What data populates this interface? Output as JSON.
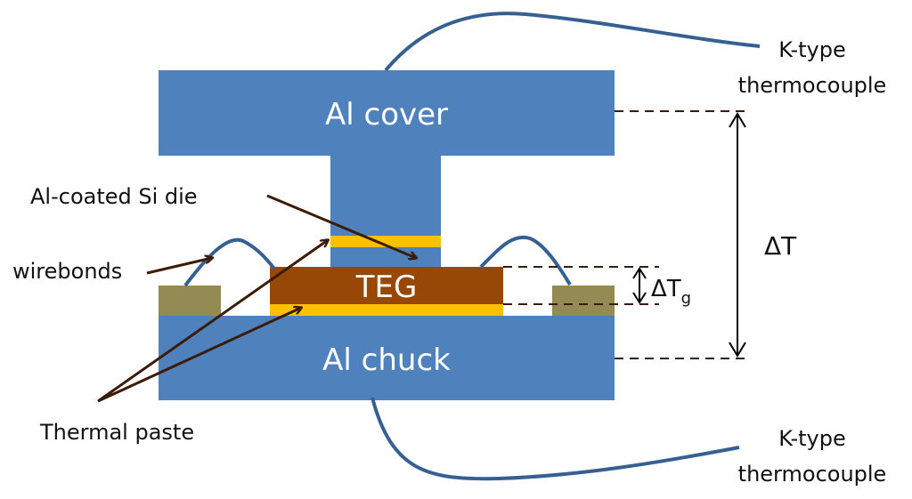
{
  "colors": {
    "aluminum": "#4f81bd",
    "teg": "#974806",
    "thermal_paste": "#ffc000",
    "bond_pad": "#948a54",
    "wire": "#376092",
    "arrow": "#3b1c08",
    "dashed_line": "#3b1c08",
    "text": "#111111",
    "inner_text": "#ffffff"
  },
  "blocks": {
    "al_cover": "Al cover",
    "teg": "TEG",
    "al_chuck": "Al chuck"
  },
  "labels": {
    "thermocouple_top_line1": "K-type",
    "thermocouple_top_line2": "thermocouple",
    "thermocouple_bottom_line1": "K-type",
    "thermocouple_bottom_line2": "thermocouple",
    "al_coated_si_die": "Al-coated Si die",
    "wirebonds": "wirebonds",
    "thermal_paste": "Thermal paste",
    "delta_t": "ΔT",
    "delta_tg_main": "ΔT",
    "delta_tg_sub": "g"
  }
}
